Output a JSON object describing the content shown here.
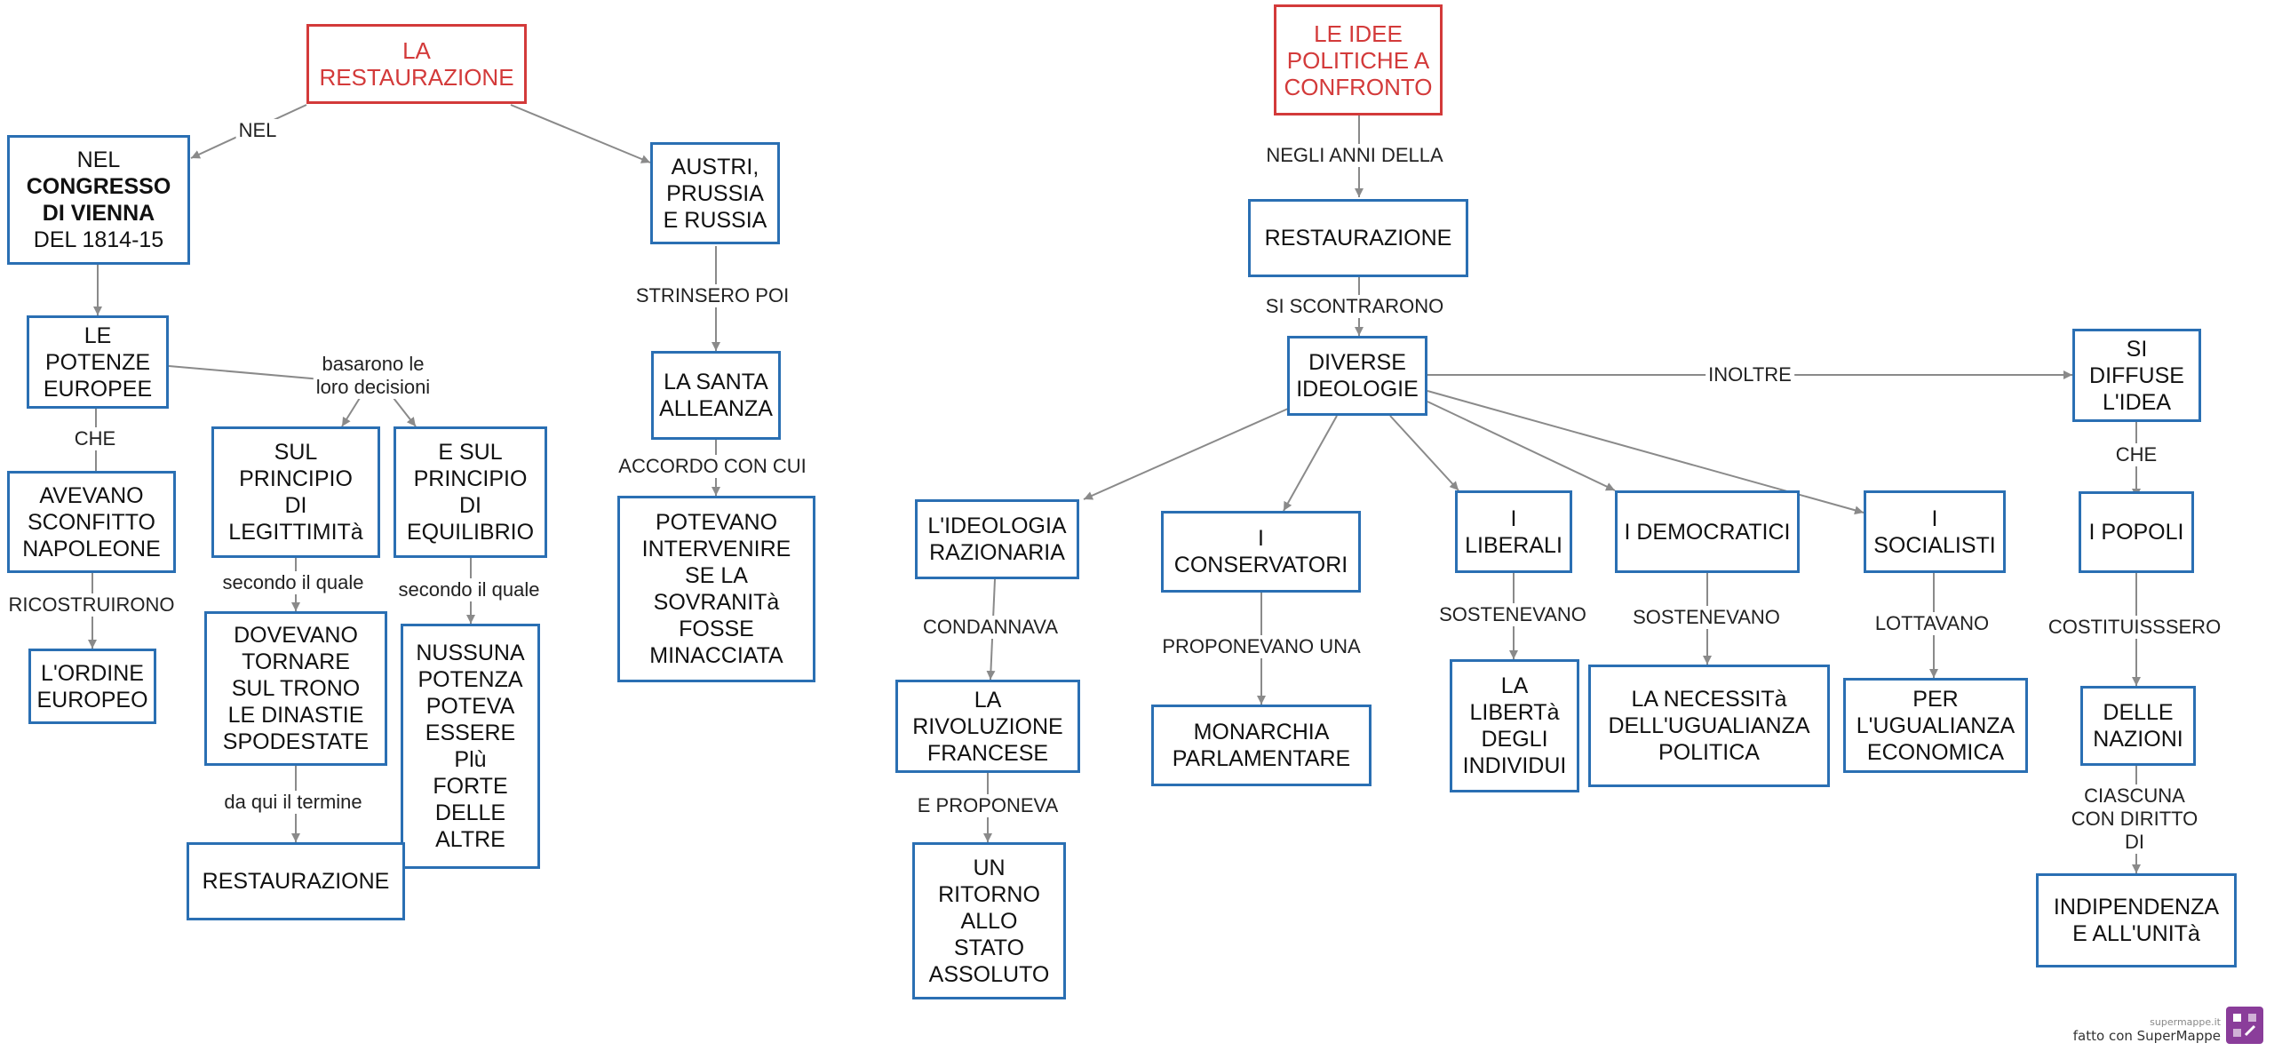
{
  "left_map": {
    "root": "LA\nRESTAURAZIONE",
    "congresso": {
      "pre": "NEL",
      "bold": "CONGRESSO\nDI VIENNA",
      "post": "DEL 1814-15"
    },
    "austria": "AUSTRI,\nPRUSSIA\nE RUSSIA",
    "potenze": "LE\nPOTENZE\nEUROPEE",
    "avevano": "AVEVANO\nSCONFITTO\nNAPOLEONE",
    "ordine": "L'ORDINE\nEUROPEO",
    "legittimita": "SUL\nPRINCIPIO\nDI\nLEGITTIMITà",
    "equilibrio": "E SUL\nPRINCIPIO\nDI\nEQUILIBRIO",
    "dovevano": "DOVEVANO\nTORNARE\nSUL TRONO\nLE DINASTIE\nSPODESTATE",
    "nessuna": "NUSSUNA\nPOTENZA\nPOTEVA\nESSERE\nPlù\nFORTE\nDELLE\nALTRE",
    "restaurazione": "RESTAURAZIONE",
    "santa": "LA SANTA\nALLEANZA",
    "potevano": "POTEVANO\nINTERVENIRE\nSE LA\nSOVRANITà\nFOSSE\nMINACCIATA",
    "labels": {
      "nel": "NEL",
      "basarono": "basarono le\nloro decisioni",
      "che": "CHE",
      "ricostruirono": "RICOSTRUIRONO",
      "secondo1": "secondo il quale",
      "secondo2": "secondo il quale",
      "daqui": "da qui il termine",
      "strinsero": "STRINSERO POI",
      "accordo": "ACCORDO CON CUI"
    }
  },
  "right_map": {
    "root": "LE IDEE\nPOLITICHE A\nCONFRONTO",
    "restaurazione": "RESTAURAZIONE",
    "diverse": "DIVERSE\nIDEOLOGIE",
    "si_diffuse": "SI\nDIFFUSE\nL'IDEA",
    "reazionaria": "L'IDEOLOGIA\nRAZIONARIA",
    "conservatori": "I\nCONSERVATORI",
    "liberali": "I\nLIBERALI",
    "democratici": "I DEMOCRATICI",
    "socialisti": "I\nSOCIALISTI",
    "popoli": "I POPOLI",
    "rivoluzione": "LA\nRIVOLUZIONE\nFRANCESE",
    "ritorno": "UN\nRITORNO\nALLO\nSTATO\nASSOLUTO",
    "monarchia": "MONARCHIA\nPARLAMENTARE",
    "liberta": "LA\nLIBERTà\nDEGLI\nINDIVIDUI",
    "necessita": "LA NECESSITà\nDELL'UGUALIANZA\nPOLITICA",
    "economica": "PER\nL'UGUALIANZA\nECONOMICA",
    "nazioni": "DELLE\nNAZIONI",
    "indipendenza": "INDIPENDENZA\nE ALL'UNITà",
    "labels": {
      "negli_anni": "NEGLI ANNI DELLA",
      "si_scontrarono": "SI SCONTRARONO",
      "inoltre": "INOLTRE",
      "che": "CHE",
      "condannava": "CONDANNAVA",
      "e_proponeva": "E PROPONEVA",
      "proponevano": "PROPONEVANO UNA",
      "sostenevano1": "SOSTENEVANO",
      "sostenevano2": "SOSTENEVANO",
      "lottavano": "LOTTAVANO",
      "costituissero": "COSTITUISSSERO",
      "ciascuna": "CIASCUNA CON DIRITTO DI"
    }
  },
  "brand": {
    "small": "supermappe.it",
    "big": "fatto con SuperMappe"
  },
  "colors": {
    "node_border": "#2a6fb3",
    "root": "#d33a3a",
    "edge": "#8a8a8a"
  }
}
